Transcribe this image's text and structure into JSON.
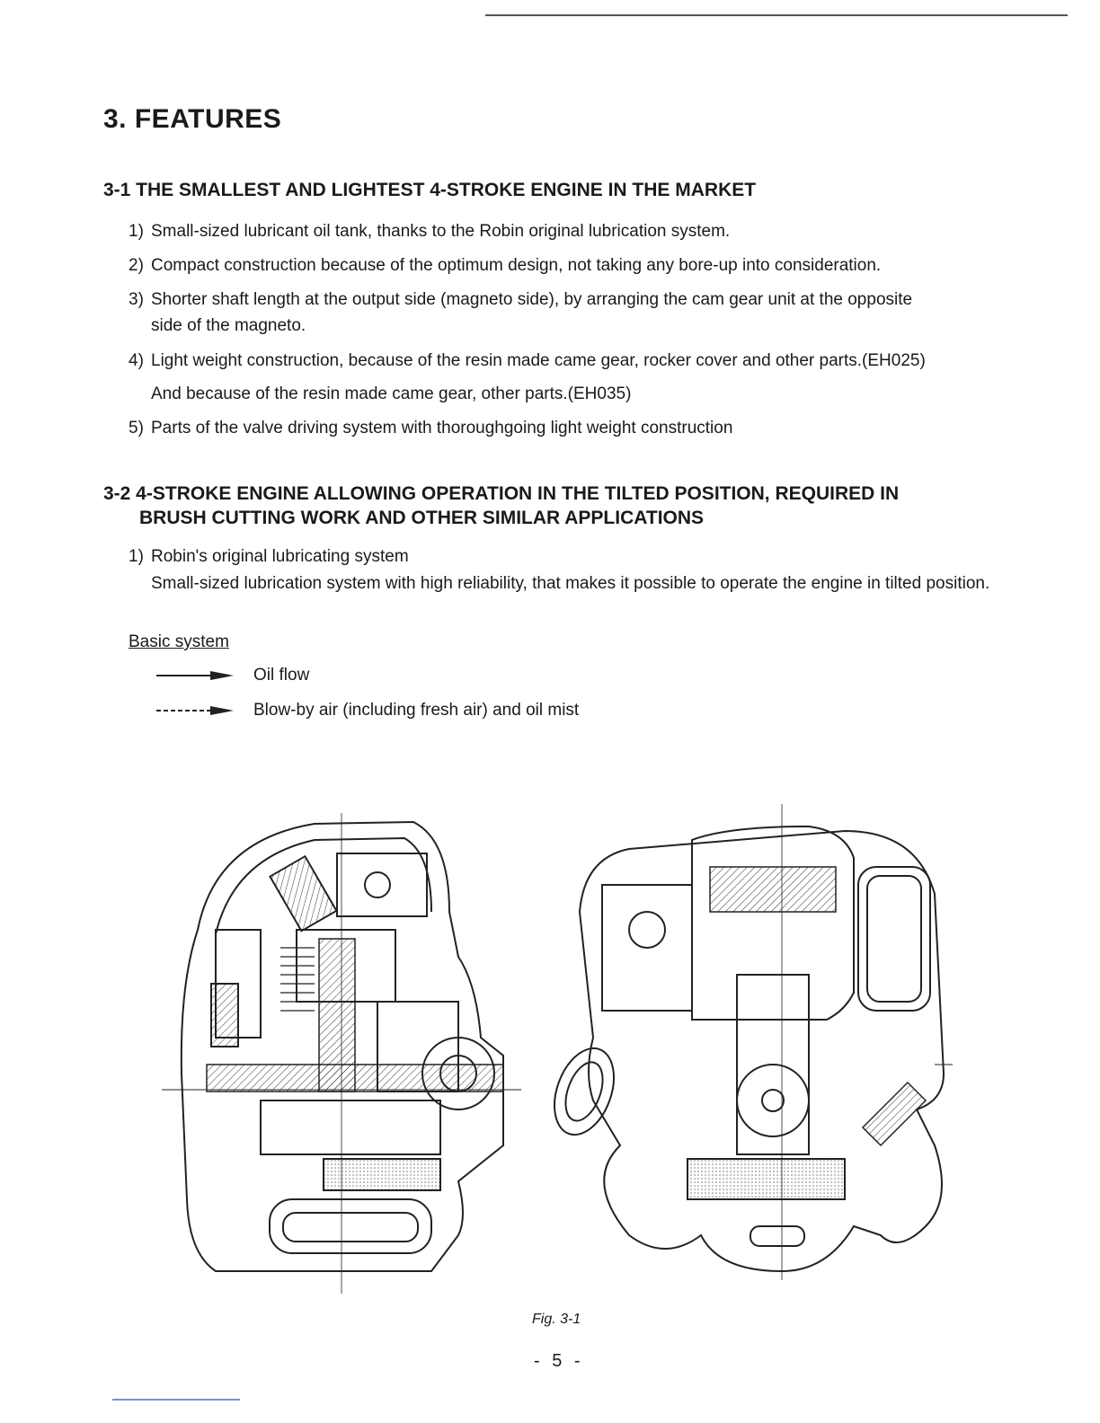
{
  "section_title": "3. FEATURES",
  "s1": {
    "heading": "3-1 THE SMALLEST AND LIGHTEST 4-STROKE ENGINE IN THE MARKET",
    "items": [
      {
        "num": "1)",
        "text": "Small-sized lubricant oil tank, thanks to the Robin original lubrication system."
      },
      {
        "num": "2)",
        "text": "Compact construction because of the optimum design, not taking any bore-up into consideration."
      },
      {
        "num": "3)",
        "text": "Shorter shaft length at the output side (magneto side), by arranging the cam gear unit at the opposite",
        "cont": "side of the magneto."
      },
      {
        "num": "4)",
        "text": "Light weight construction, because of the resin made came gear, rocker cover and other parts.(EH025)",
        "cont": "And because of the resin made came gear, other parts.(EH035)"
      },
      {
        "num": "5)",
        "text": "Parts of the valve driving system with thoroughgoing light weight construction"
      }
    ]
  },
  "s2": {
    "heading_line1": "3-2 4-STROKE ENGINE ALLOWING OPERATION IN THE TILTED POSITION, REQUIRED IN",
    "heading_line2": "BRUSH CUTTING WORK AND OTHER SIMILAR APPLICATIONS",
    "item1_num": "1)",
    "item1_title": "Robin's original lubricating system",
    "item1_body": "Small-sized lubrication system with high reliability, that makes it possible to operate the engine in tilted position.",
    "basic_system": "Basic system",
    "legend": [
      {
        "style": "solid",
        "label": "Oil flow"
      },
      {
        "style": "dashed",
        "label": "Blow-by air (including fresh air) and oil mist"
      }
    ]
  },
  "figure_caption": "Fig. 3-1",
  "page_number": "- 5 -"
}
